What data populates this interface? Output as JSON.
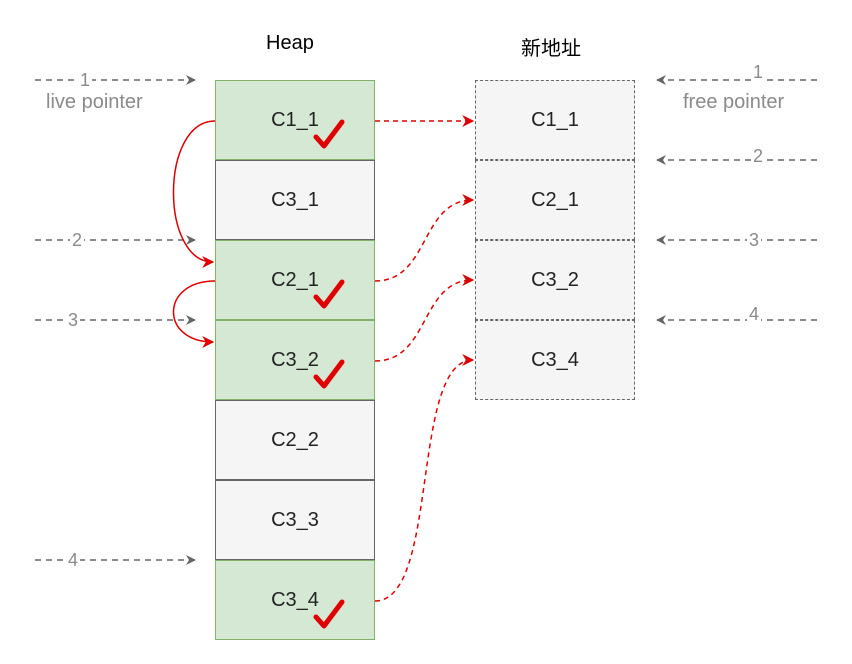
{
  "titles": {
    "heap": "Heap",
    "new_address": "新地址"
  },
  "captions": {
    "live": "live pointer",
    "free": "free pointer"
  },
  "heap": [
    {
      "label": "C1_1",
      "live": true
    },
    {
      "label": "C3_1",
      "live": false
    },
    {
      "label": "C2_1",
      "live": true
    },
    {
      "label": "C3_2",
      "live": true
    },
    {
      "label": "C2_2",
      "live": false
    },
    {
      "label": "C3_3",
      "live": false
    },
    {
      "label": "C3_4",
      "live": true
    }
  ],
  "new_address": [
    "C1_1",
    "C2_1",
    "C3_2",
    "C3_4"
  ],
  "live_pointer_steps": [
    "1",
    "2",
    "3",
    "4"
  ],
  "free_pointer_steps": [
    "1",
    "2",
    "3",
    "4"
  ],
  "colors": {
    "live_fill": "#d5e8d4",
    "live_border": "#82b366",
    "arrow_red": "#e00000",
    "pointer_gray": "#666666",
    "check_red": "#e00000"
  }
}
